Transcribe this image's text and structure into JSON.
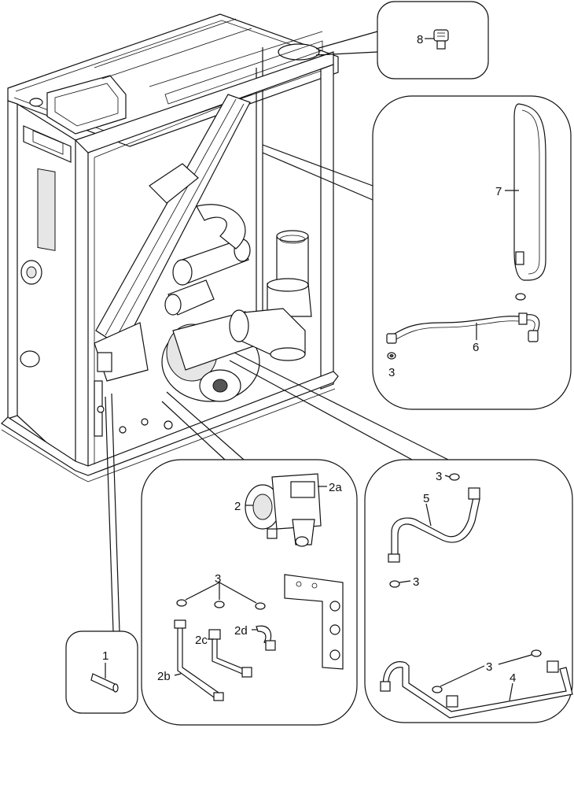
{
  "labels": {
    "l1": "1",
    "l2": "2",
    "l2a": "2a",
    "l2b": "2b",
    "l2c": "2c",
    "l2d": "2d",
    "l3_group2": "3",
    "l3_group5_top": "3",
    "l3_group5_mid": "3",
    "l3_group4": "3",
    "l3_group6": "3",
    "l4": "4",
    "l5": "5",
    "l6": "6",
    "l7": "7",
    "l8": "8"
  }
}
